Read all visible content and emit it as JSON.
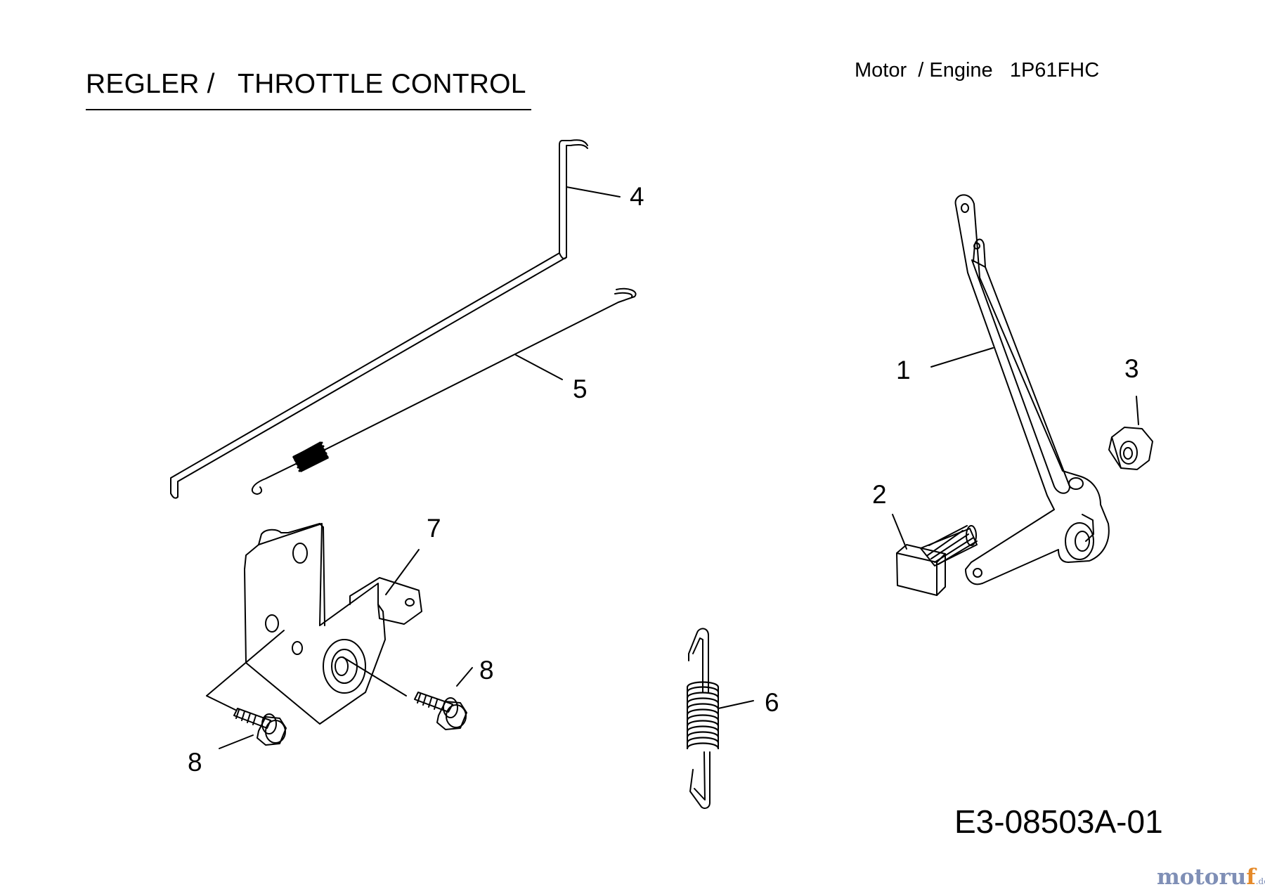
{
  "title": "REGLER /   THROTTLE CONTROL",
  "engine": "Motor  / Engine   1P61FHC",
  "diagram_code": "E3-08503A-01",
  "watermark": {
    "main": "motoru",
    "accent": "f",
    "tld": ".de"
  },
  "callouts": {
    "c1": "1",
    "c2": "2",
    "c3": "3",
    "c4": "4",
    "c5": "5",
    "c6": "6",
    "c7": "7",
    "c8a": "8",
    "c8b": "8"
  }
}
